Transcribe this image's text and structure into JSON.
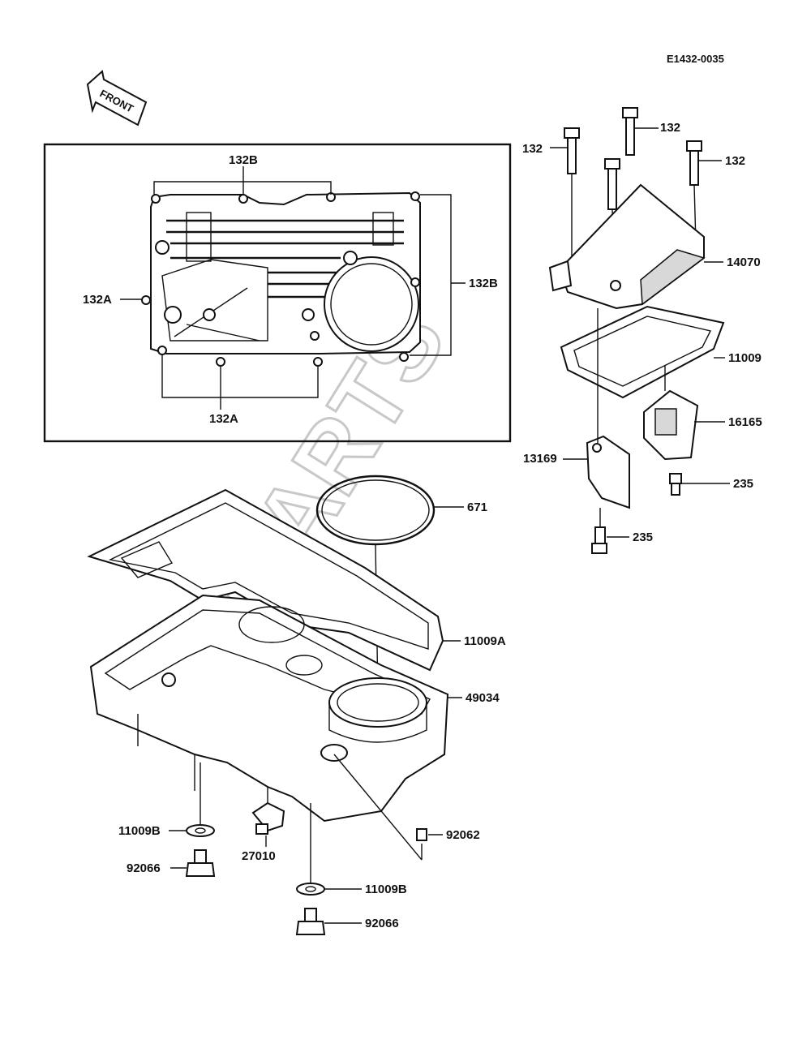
{
  "diagram_code": "E1432-0035",
  "front_label": "FRONT",
  "watermark": "XPARTS",
  "labels": {
    "l132B_top": "132B",
    "l132B_right": "132B",
    "l132A_left": "132A",
    "l132A_bottom": "132A",
    "l132_a": "132",
    "l132_b": "132",
    "l132_c": "132",
    "l14070": "14070",
    "l11009": "11009",
    "l16165": "16165",
    "l13169": "13169",
    "l235_a": "235",
    "l235_b": "235",
    "l671": "671",
    "l11009A": "11009A",
    "l49034": "49034",
    "l11009B_a": "11009B",
    "l92066_a": "92066",
    "l27010": "27010",
    "l92062": "92062",
    "l11009B_b": "11009B",
    "l92066_b": "92066"
  }
}
